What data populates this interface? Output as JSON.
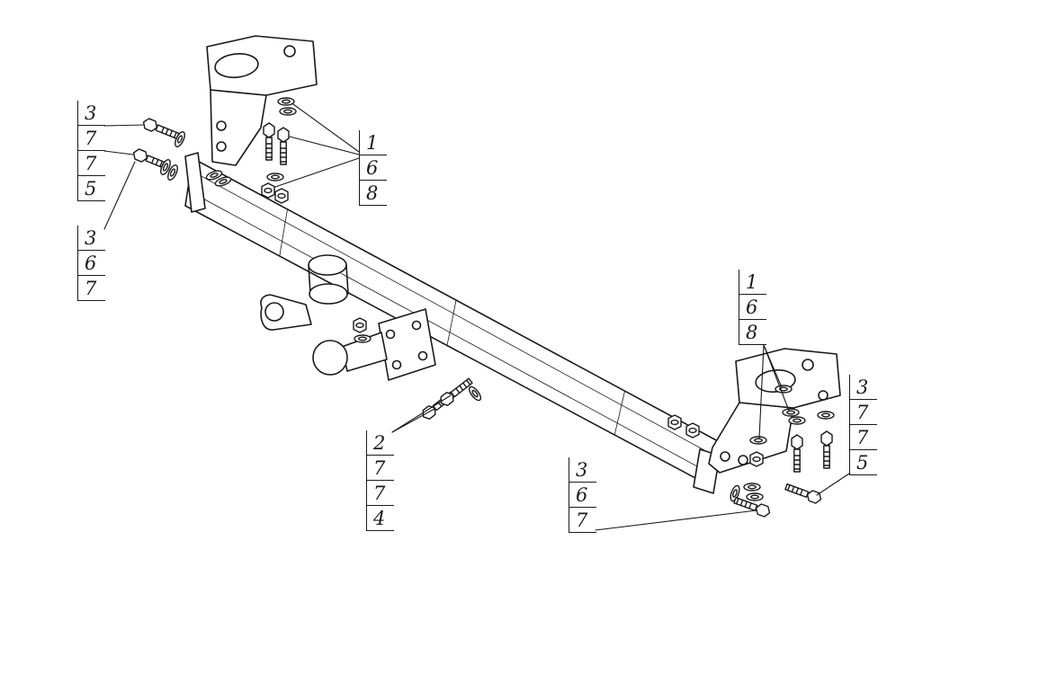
{
  "page": {
    "background_color": "#ffffff",
    "line_color": "#1a1a1a"
  },
  "drawing": {
    "subject": "towbar-hitch-exploded-assembly-drawing"
  },
  "callouts": [
    {
      "name": "left-upper",
      "items": [
        "3",
        "7",
        "7",
        "5"
      ]
    },
    {
      "name": "left-lower",
      "items": [
        "3",
        "6",
        "7"
      ]
    },
    {
      "name": "top-middle",
      "items": [
        "1",
        "6",
        "8"
      ]
    },
    {
      "name": "right-middle",
      "items": [
        "1",
        "6",
        "8"
      ]
    },
    {
      "name": "right-side",
      "items": [
        "3",
        "7",
        "7",
        "5"
      ]
    },
    {
      "name": "bottom-middle",
      "items": [
        "2",
        "7",
        "7",
        "4"
      ]
    },
    {
      "name": "bottom-center",
      "items": [
        "3",
        "6",
        "7"
      ]
    }
  ]
}
